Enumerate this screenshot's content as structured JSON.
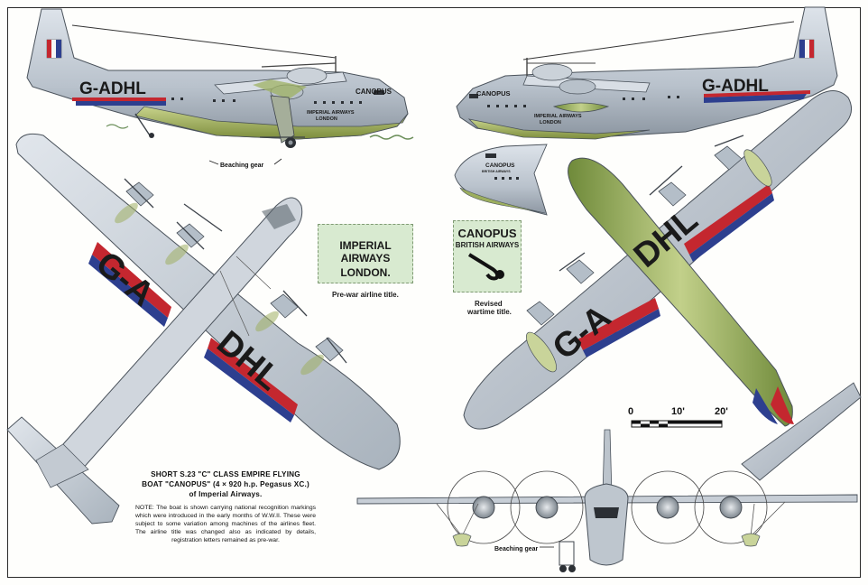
{
  "registration": "G-ADHL",
  "wing_reg_left": "G-A",
  "wing_reg_right": "DHL",
  "name_on_hull": "CANOPUS",
  "hull_airline_line1": "IMPERIAL AIRWAYS",
  "hull_airline_line2": "LONDON",
  "label_beaching_gear_top": "Beaching gear",
  "label_beaching_gear_front": "Beaching gear",
  "card_prewar": {
    "line1": "IMPERIAL AIRWAYS",
    "line2": "LONDON."
  },
  "card_wartime": {
    "line1": "CANOPUS",
    "line2": "BRITISH AIRWAYS"
  },
  "caption_prewar": "Pre-war airline title.",
  "caption_wartime_1": "Revised",
  "caption_wartime_2": "wartime title.",
  "title_line1": "SHORT S.23 \"C\" CLASS EMPIRE FLYING",
  "title_line2": "BOAT \"CANOPUS\" (4 × 920 h.p. Pegasus XC.)",
  "title_line3": "of Imperial Airways.",
  "note": "NOTE: The boat is shown carrying national recognition markings which were introduced in the early months of W.W.II. These were subject to some variation among machines of the airlines fleet. The airline title was changed also as indicated by details, registration letters remained as pre-war.",
  "scale": {
    "labels": [
      "0",
      "10'",
      "20'"
    ]
  },
  "colors": {
    "silver": "#c9d0d8",
    "hull_green": "#a8b96c",
    "stripe_red": "#c4272f",
    "stripe_blue": "#2d3f8f",
    "card_green": "#d8ead0"
  }
}
